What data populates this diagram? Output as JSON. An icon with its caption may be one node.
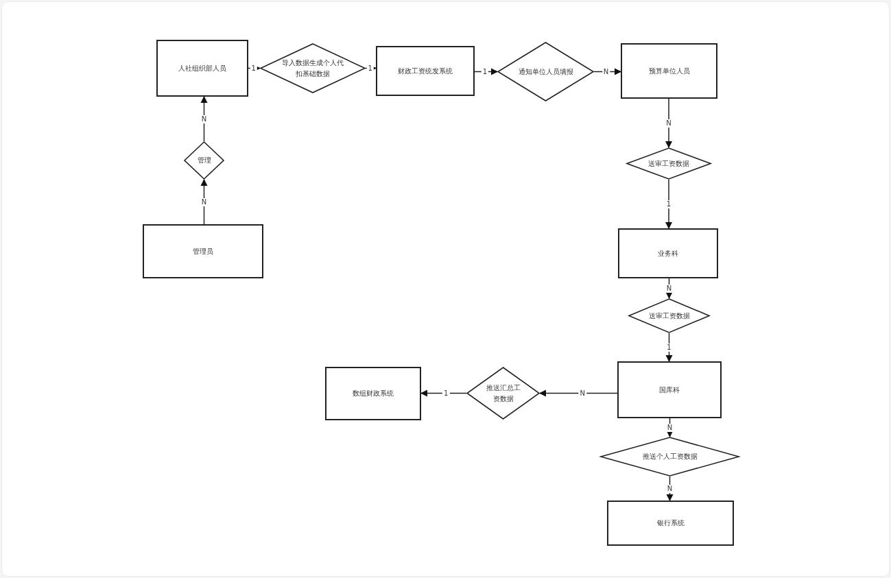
{
  "diagram": {
    "nodes": [
      {
        "text": [
          "人社组织部人员"
        ]
      },
      {
        "text": [
          "导入数据生成个人代扣基础数据"
        ]
      },
      {
        "text": [
          "财政工资统发系统"
        ]
      },
      {
        "text": [
          "通知单位人员填报"
        ]
      },
      {
        "text": [
          "预算单位人员"
        ]
      },
      {
        "text": [
          "管理"
        ]
      },
      {
        "text": [
          "管理员"
        ]
      },
      {
        "text": [
          "送审工资数据"
        ]
      },
      {
        "text": [
          "业务科"
        ]
      },
      {
        "text": [
          "送审工资数据"
        ]
      },
      {
        "text": [
          "数组财政系统"
        ]
      },
      {
        "text": [
          "推送汇总工资数据"
        ]
      },
      {
        "text": [
          "国库科"
        ]
      },
      {
        "text": [
          "推送个人工资数据"
        ]
      },
      {
        "text": [
          "银行系统"
        ]
      }
    ],
    "edges": [
      {
        "from": 0,
        "to": 1,
        "arrow": "to",
        "label": "1"
      },
      {
        "from": 1,
        "to": 2,
        "arrow": "to",
        "label": "1"
      },
      {
        "from": 2,
        "to": 3,
        "arrow": "to",
        "label": "1"
      },
      {
        "from": 3,
        "to": 4,
        "arrow": "to",
        "label": "N"
      },
      {
        "from": 6,
        "to": 5,
        "arrow": "to",
        "label": "N"
      },
      {
        "from": 5,
        "to": 0,
        "arrow": "to",
        "label": "N"
      },
      {
        "from": 4,
        "to": 7,
        "arrow": "to",
        "label": "N"
      },
      {
        "from": 7,
        "to": 8,
        "arrow": "to",
        "label": "1"
      },
      {
        "from": 8,
        "to": 9,
        "arrow": "to",
        "label": "N"
      },
      {
        "from": 9,
        "to": 12,
        "arrow": "to",
        "label": "1"
      },
      {
        "from": 12,
        "to": 11,
        "arrow": "to",
        "label": "N"
      },
      {
        "from": 11,
        "to": 10,
        "arrow": "to",
        "label": "1"
      },
      {
        "from": 12,
        "to": 13,
        "arrow": "to",
        "label": "N"
      },
      {
        "from": 13,
        "to": 14,
        "arrow": "to",
        "label": "N"
      }
    ]
  }
}
